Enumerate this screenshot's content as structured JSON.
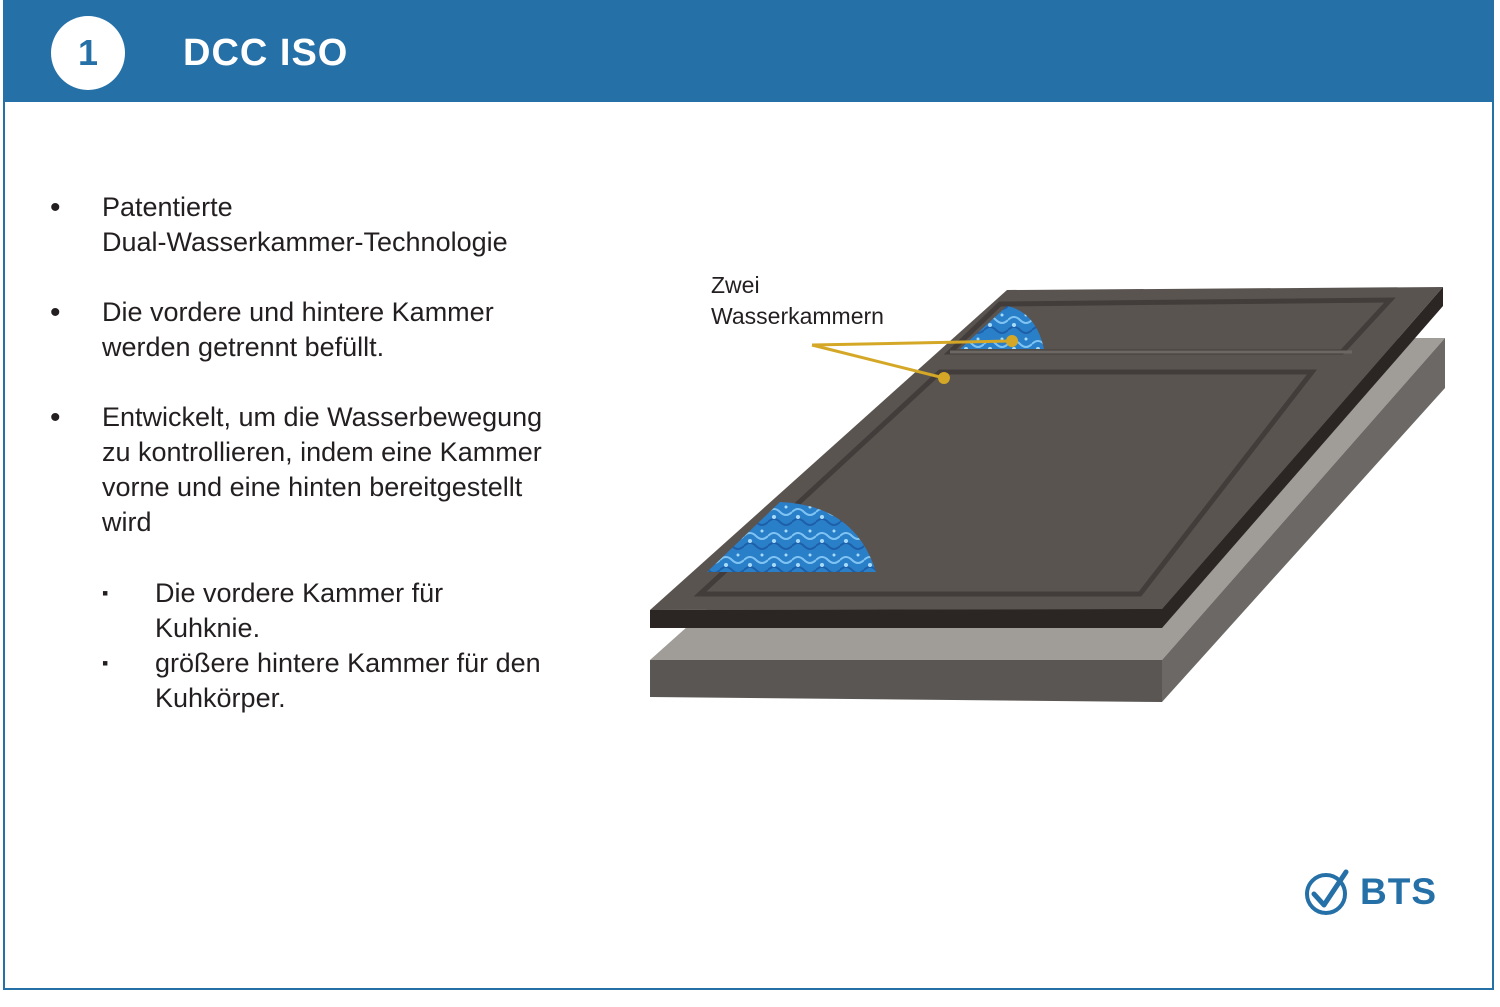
{
  "header": {
    "badge_number": "1",
    "title": "DCC ISO",
    "color": "#2670a8"
  },
  "bullets": [
    {
      "text": "Patentierte\nDual-Wasserkammer-Technologie"
    },
    {
      "text": "Die vordere und hintere Kammer\nwerden getrennt befüllt."
    },
    {
      "text": "Entwickelt, um die Wasserbewegung\nzu kontrollieren, indem eine Kammer\nvorne und eine hinten bereitgestellt\nwird",
      "sub_items": [
        "Die vordere Kammer für\nKuhknie.",
        "größere hintere Kammer für den\nKuhkörper."
      ]
    }
  ],
  "diagram": {
    "callout_label": "Zwei\nWasserkammern",
    "callout_color": "#d4a826",
    "water_color": "#2a7fc9"
  },
  "logo": {
    "text": "BTS",
    "icon": "check-circle-icon"
  }
}
